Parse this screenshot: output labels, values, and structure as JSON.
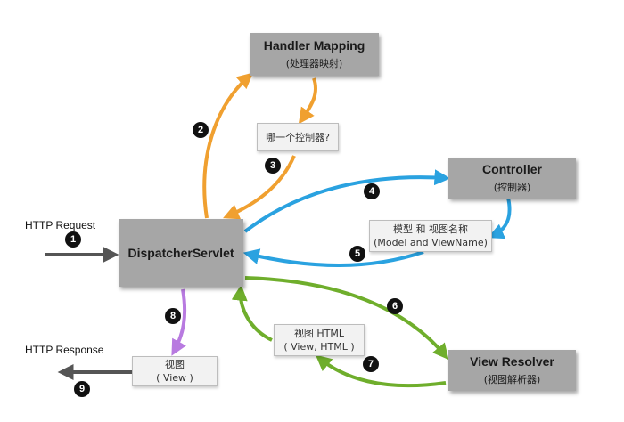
{
  "nodes": {
    "handler_mapping": {
      "title": "Handler Mapping",
      "subtitle": "(处理器映射)"
    },
    "controller": {
      "title": "Controller",
      "subtitle": "(控制器)"
    },
    "dispatcher": {
      "title": "DispatcherServlet"
    },
    "view_resolver": {
      "title": "View Resolver",
      "subtitle": "(视图解析器)"
    }
  },
  "notes": {
    "which_controller": "哪一个控制器?",
    "model_line1": "模型 和 视图名称",
    "model_line2": "(Model and ViewName)",
    "view_html_line1": "视图 HTML",
    "view_html_line2": "( View, HTML )",
    "view_line1": "视图",
    "view_line2": "( View )"
  },
  "labels": {
    "request": "HTTP Request",
    "response": "HTTP Response"
  },
  "steps": [
    "1",
    "2",
    "3",
    "4",
    "5",
    "6",
    "7",
    "8",
    "9"
  ],
  "colors": {
    "orange": "#f0a030",
    "blue": "#2aa2e0",
    "green": "#6fae2c",
    "purple": "#b87ae0",
    "dark": "#555555"
  }
}
